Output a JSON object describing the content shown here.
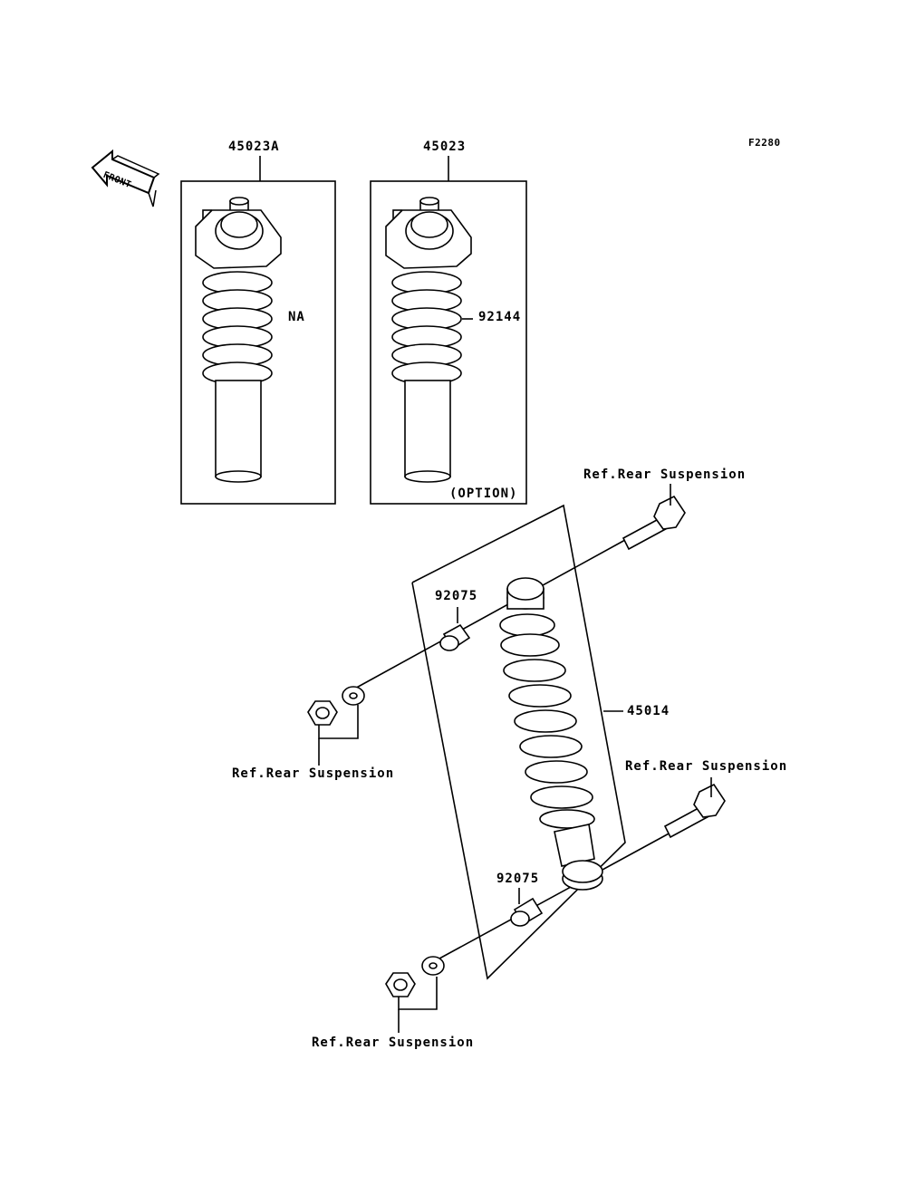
{
  "figure_code": "F2280",
  "front_label": "FRONT",
  "option_set_a": {
    "part_number": "45023A",
    "note": "NA"
  },
  "option_set_b": {
    "part_number": "45023",
    "spring_part_number": "92144",
    "note": "(OPTION)"
  },
  "shock_absorber": {
    "part_number": "45014"
  },
  "bushing_upper": {
    "part_number": "92075"
  },
  "bushing_lower": {
    "part_number": "92075"
  },
  "references": {
    "upper_bolt": "Ref.Rear Suspension",
    "upper_nut": "Ref.Rear Suspension",
    "lower_bolt": "Ref.Rear Suspension",
    "lower_nut": "Ref.Rear Suspension"
  },
  "colors": {
    "line": "#000000",
    "background": "#ffffff"
  }
}
